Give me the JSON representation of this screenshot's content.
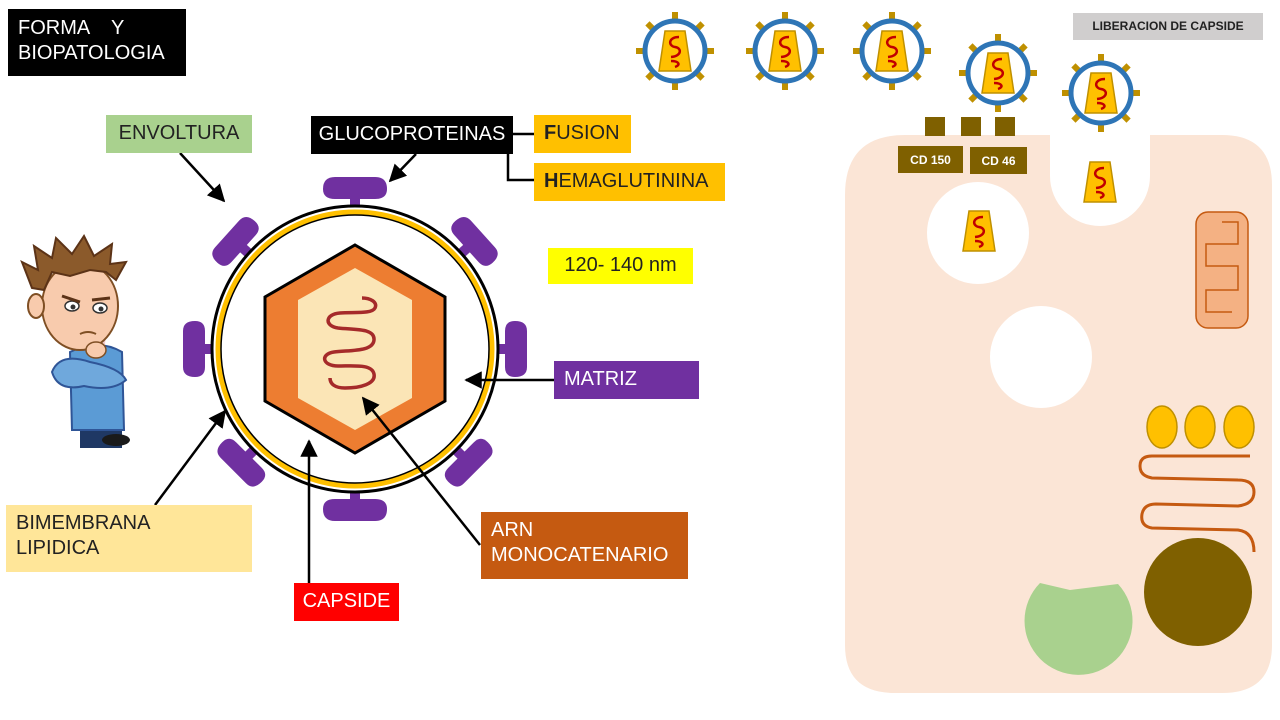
{
  "title": {
    "line1": "FORMA    Y",
    "line2": "BIOPATOLOGIA"
  },
  "labels": {
    "envoltura": "ENVOLTURA",
    "glucoproteinas": "GLUCOPROTEINAS",
    "fusion_initial": "F",
    "fusion_rest": "USION",
    "hemaglutinina_initial": "H",
    "hemaglutinina_rest": "EMAGLUTININA",
    "size": "120- 140 nm",
    "matriz": "MATRIZ",
    "bimembrana_line1": "BIMEMBRANA",
    "bimembrana_line2": "LIPIDICA",
    "arn_line1": "ARN",
    "arn_line2": "MONOCATENARIO",
    "capside": "CAPSIDE",
    "liberacion": "LIBERACION DE CAPSIDE",
    "cd150": "CD 150",
    "cd46": "CD 46"
  },
  "colors": {
    "envelope_ring": "#ffc000",
    "glycoprotein": "#7030a0",
    "capsid_outer": "#ed7d31",
    "capsid_inner": "#fbe5b6",
    "rna": "#a52a2a",
    "cell": "#fbe5d6",
    "receptor": "#7f6000",
    "virion_ring": "#2e75b6",
    "mitochondria": "#f4b183",
    "golgi_vesicle": "#ffc000",
    "er_line": "#c55a11",
    "nucleus": "#7f6000",
    "lysosome": "#a9d18e"
  }
}
